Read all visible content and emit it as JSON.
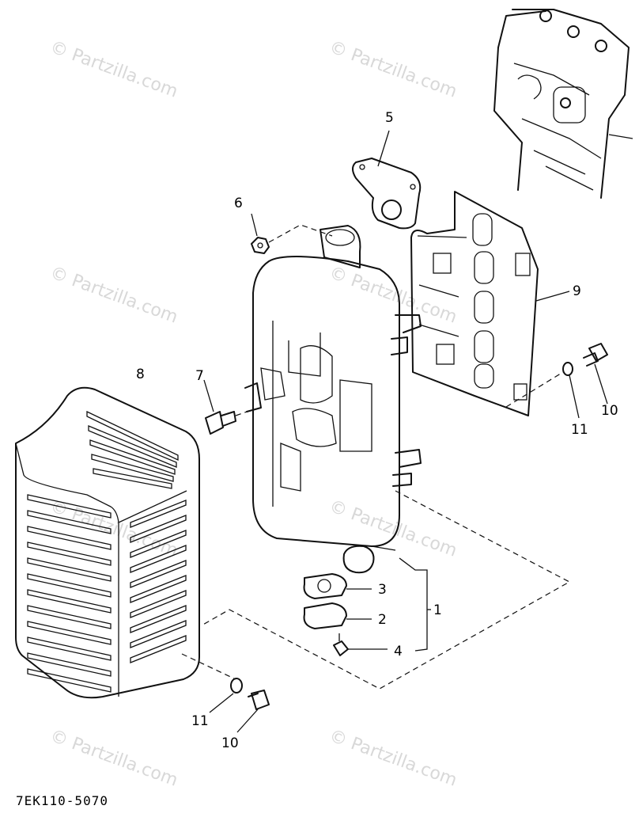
{
  "watermark": "© Partzilla.com",
  "diagram_code": "7EK110-5070",
  "callouts": [
    "1",
    "2",
    "3",
    "4",
    "5",
    "6",
    "7",
    "8",
    "9",
    "10",
    "11",
    "10",
    "11"
  ],
  "parts": [
    "engine-block-inset",
    "muffler-body",
    "muffler-protector-cover",
    "heat-shield-plate",
    "flange-gasket",
    "outlet-gasket",
    "outlet-plate",
    "nut",
    "bolt",
    "washer"
  ]
}
